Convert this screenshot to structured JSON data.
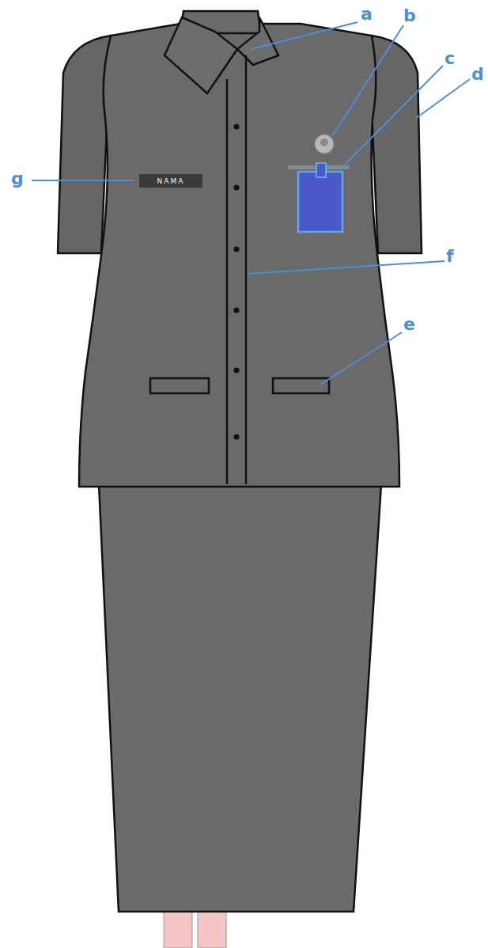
{
  "diagram": {
    "nodes": [
      {
        "text": [
          "NAMA"
        ]
      }
    ],
    "labels": [
      "a",
      "b",
      "c",
      "d",
      "e",
      "f",
      "g"
    ]
  }
}
